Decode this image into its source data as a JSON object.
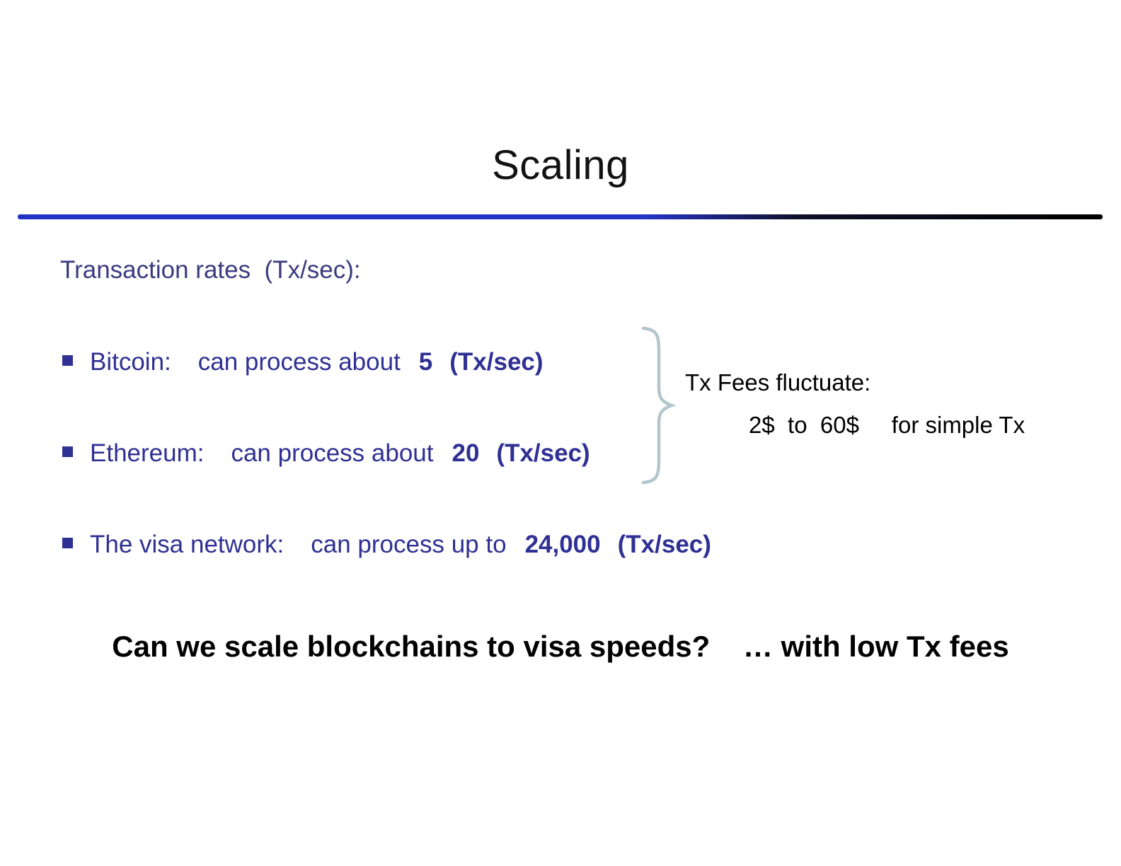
{
  "slide": {
    "title": "Scaling",
    "intro": "Transaction rates  (Tx/sec):",
    "bullets": [
      {
        "label": "Bitcoin:",
        "text": "can process about",
        "value": "5",
        "unit": "(Tx/sec)"
      },
      {
        "label": "Ethereum:",
        "text": "can process about",
        "value": "20",
        "unit": "(Tx/sec)"
      },
      {
        "label": "The visa network:",
        "text": "can process up to",
        "value": "24,000",
        "unit": "(Tx/sec)"
      }
    ],
    "fees": {
      "line1": "Tx Fees fluctuate:",
      "line2": "2$  to  60$     for simple Tx"
    },
    "footer": "Can we scale blockchains to visa speeds?    … with low Tx fees",
    "colors": {
      "title_text": "#121212",
      "blue_text": "#2f3093",
      "intro_text": "#3a3a80",
      "rule_blue": "#2334c4",
      "rule_black": "#000000",
      "brace": "#b2c6cc",
      "black_text": "#000000",
      "background": "#ffffff"
    }
  }
}
